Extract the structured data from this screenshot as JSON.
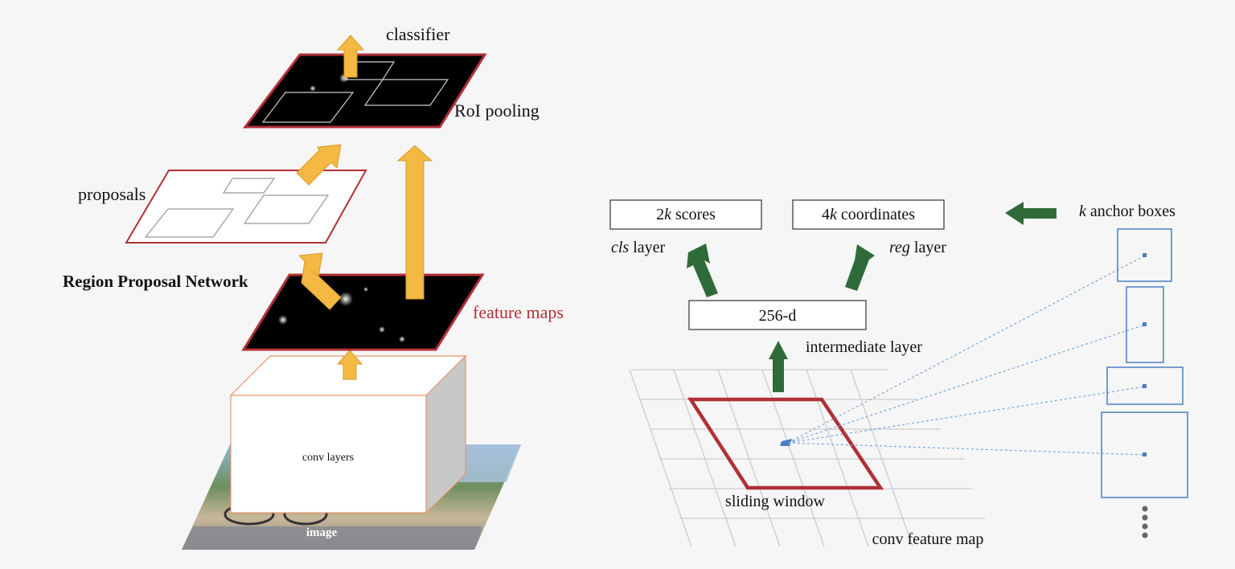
{
  "left_panel": {
    "classifier": "classifier",
    "roi_pooling": "RoI pooling",
    "proposals": "proposals",
    "rpn": "Region Proposal Network",
    "feature_maps": "feature maps",
    "conv_layers": "conv layers",
    "image": "image"
  },
  "right_panel": {
    "scores_prefix": "2",
    "scores_k": "k",
    "scores_suffix": " scores",
    "coords_prefix": "4",
    "coords_k": "k",
    "coords_suffix": " coordinates",
    "cls_italic": "cls",
    "cls_rest": " layer",
    "reg_italic": "reg",
    "reg_rest": " layer",
    "intermediate_box": "256-d",
    "intermediate_label": "intermediate layer",
    "sliding_window": "sliding window",
    "conv_feature_map": "conv feature map",
    "anchor_k": "k",
    "anchor_rest": " anchor boxes"
  },
  "colors": {
    "arrow_orange": "#f4b942",
    "arrow_green": "#2f6b3a",
    "red_border": "#b03036",
    "feature_maps_text": "#b03036",
    "anchor_blue": "#4a7fc1"
  }
}
